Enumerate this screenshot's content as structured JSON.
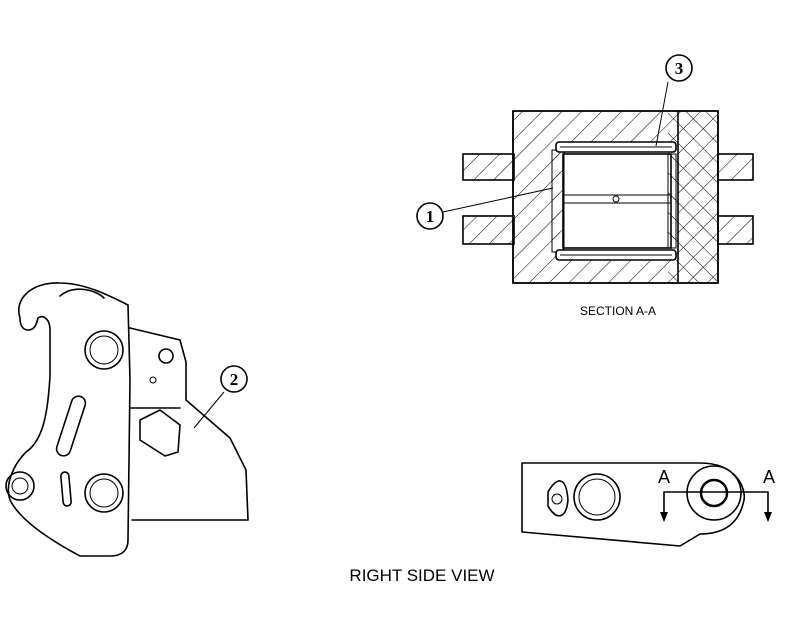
{
  "callouts": {
    "c1": "1",
    "c2": "2",
    "c3": "3"
  },
  "labels": {
    "section_title": "SECTION A-A",
    "view_title": "RIGHT SIDE VIEW",
    "section_mark_left": "A",
    "section_mark_right": "A"
  }
}
